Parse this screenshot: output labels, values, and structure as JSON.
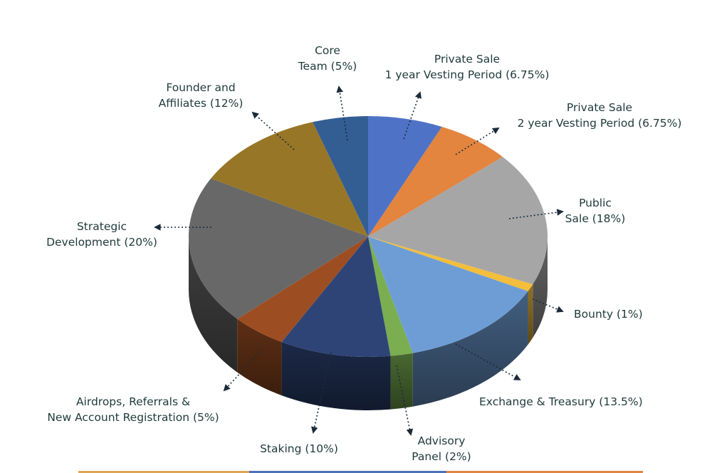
{
  "chart_data": {
    "type": "pie",
    "style": "3d",
    "title": "",
    "slices": [
      {
        "name": "Private Sale 1 year Vesting Period",
        "lines": [
          "Private Sale",
          "1 year Vesting Period (6.75%)"
        ],
        "value": 6.75,
        "color": "#4E73C6"
      },
      {
        "name": "Private Sale 2 year Vesting Period",
        "lines": [
          "Private Sale",
          "2 year Vesting Period (6.75%)"
        ],
        "value": 6.75,
        "color": "#E3843F"
      },
      {
        "name": "Public Sale",
        "lines": [
          "Public",
          "Sale (18%)"
        ],
        "value": 18,
        "color": "#A6A6A6"
      },
      {
        "name": "Bounty",
        "lines": [
          "Bounty (1%)"
        ],
        "value": 1,
        "color": "#F3BE3C"
      },
      {
        "name": "Exchange & Treasury",
        "lines": [
          "Exchange & Treasury (13.5%)"
        ],
        "value": 13.5,
        "color": "#6E9DD6"
      },
      {
        "name": "Advisory Panel",
        "lines": [
          "Advisory",
          "Panel (2%)"
        ],
        "value": 2,
        "color": "#7AAE51"
      },
      {
        "name": "Staking",
        "lines": [
          "Staking (10%)"
        ],
        "value": 10,
        "color": "#2E4477"
      },
      {
        "name": "Airdrops, Referrals & New Account Registration",
        "lines": [
          "Airdrops, Referrals &",
          "New Account Registration (5%)"
        ],
        "value": 5,
        "color": "#9C4E22"
      },
      {
        "name": "Strategic Development",
        "lines": [
          "Strategic",
          "Development (20%)"
        ],
        "value": 20,
        "color": "#686868"
      },
      {
        "name": "Founder and Affiliates",
        "lines": [
          "Founder and",
          "Affiliates (12%)"
        ],
        "value": 12,
        "color": "#977627"
      },
      {
        "name": "Core Team",
        "lines": [
          "Core",
          "Team (5%)"
        ],
        "value": 5,
        "color": "#335E93"
      }
    ]
  }
}
